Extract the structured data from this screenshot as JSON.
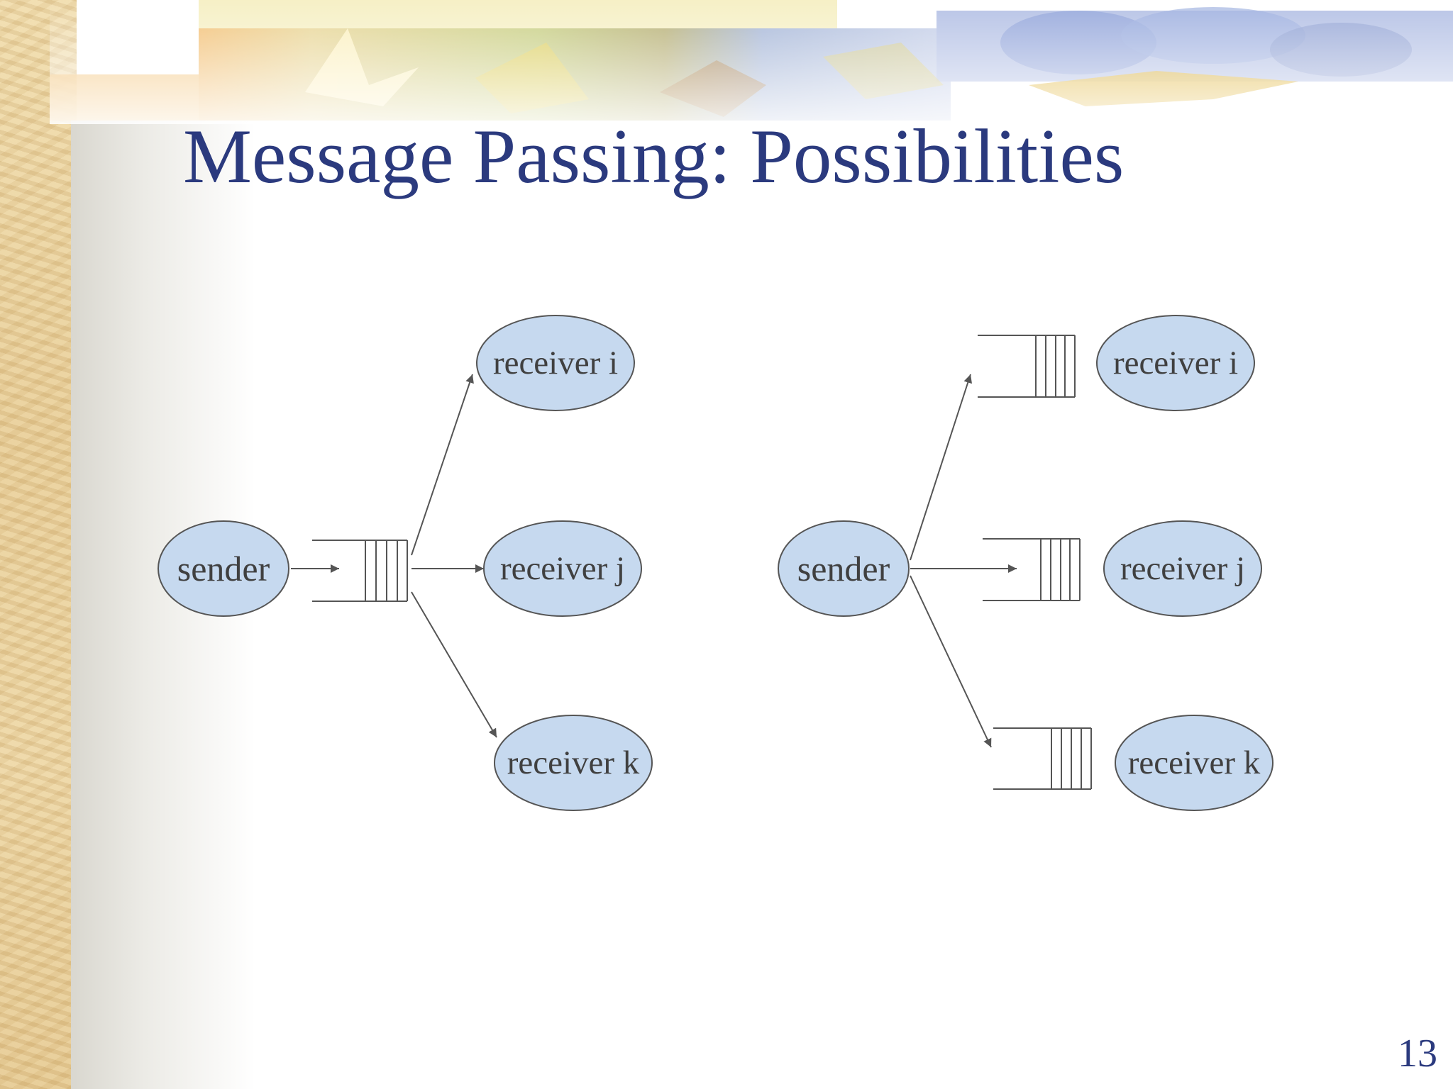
{
  "slide": {
    "title": "Message Passing: Possibilities",
    "page_number": "13"
  },
  "diagram_left": {
    "sender_label": "sender",
    "receivers": [
      "receiver i",
      "receiver j",
      "receiver k"
    ]
  },
  "diagram_right": {
    "sender_label": "sender",
    "receivers": [
      "receiver i",
      "receiver j",
      "receiver k"
    ]
  },
  "colors": {
    "title": "#2b3a7e",
    "node_fill": "#c6d9ef",
    "node_stroke": "#555555",
    "label_text": "#404040",
    "line": "#555555"
  }
}
